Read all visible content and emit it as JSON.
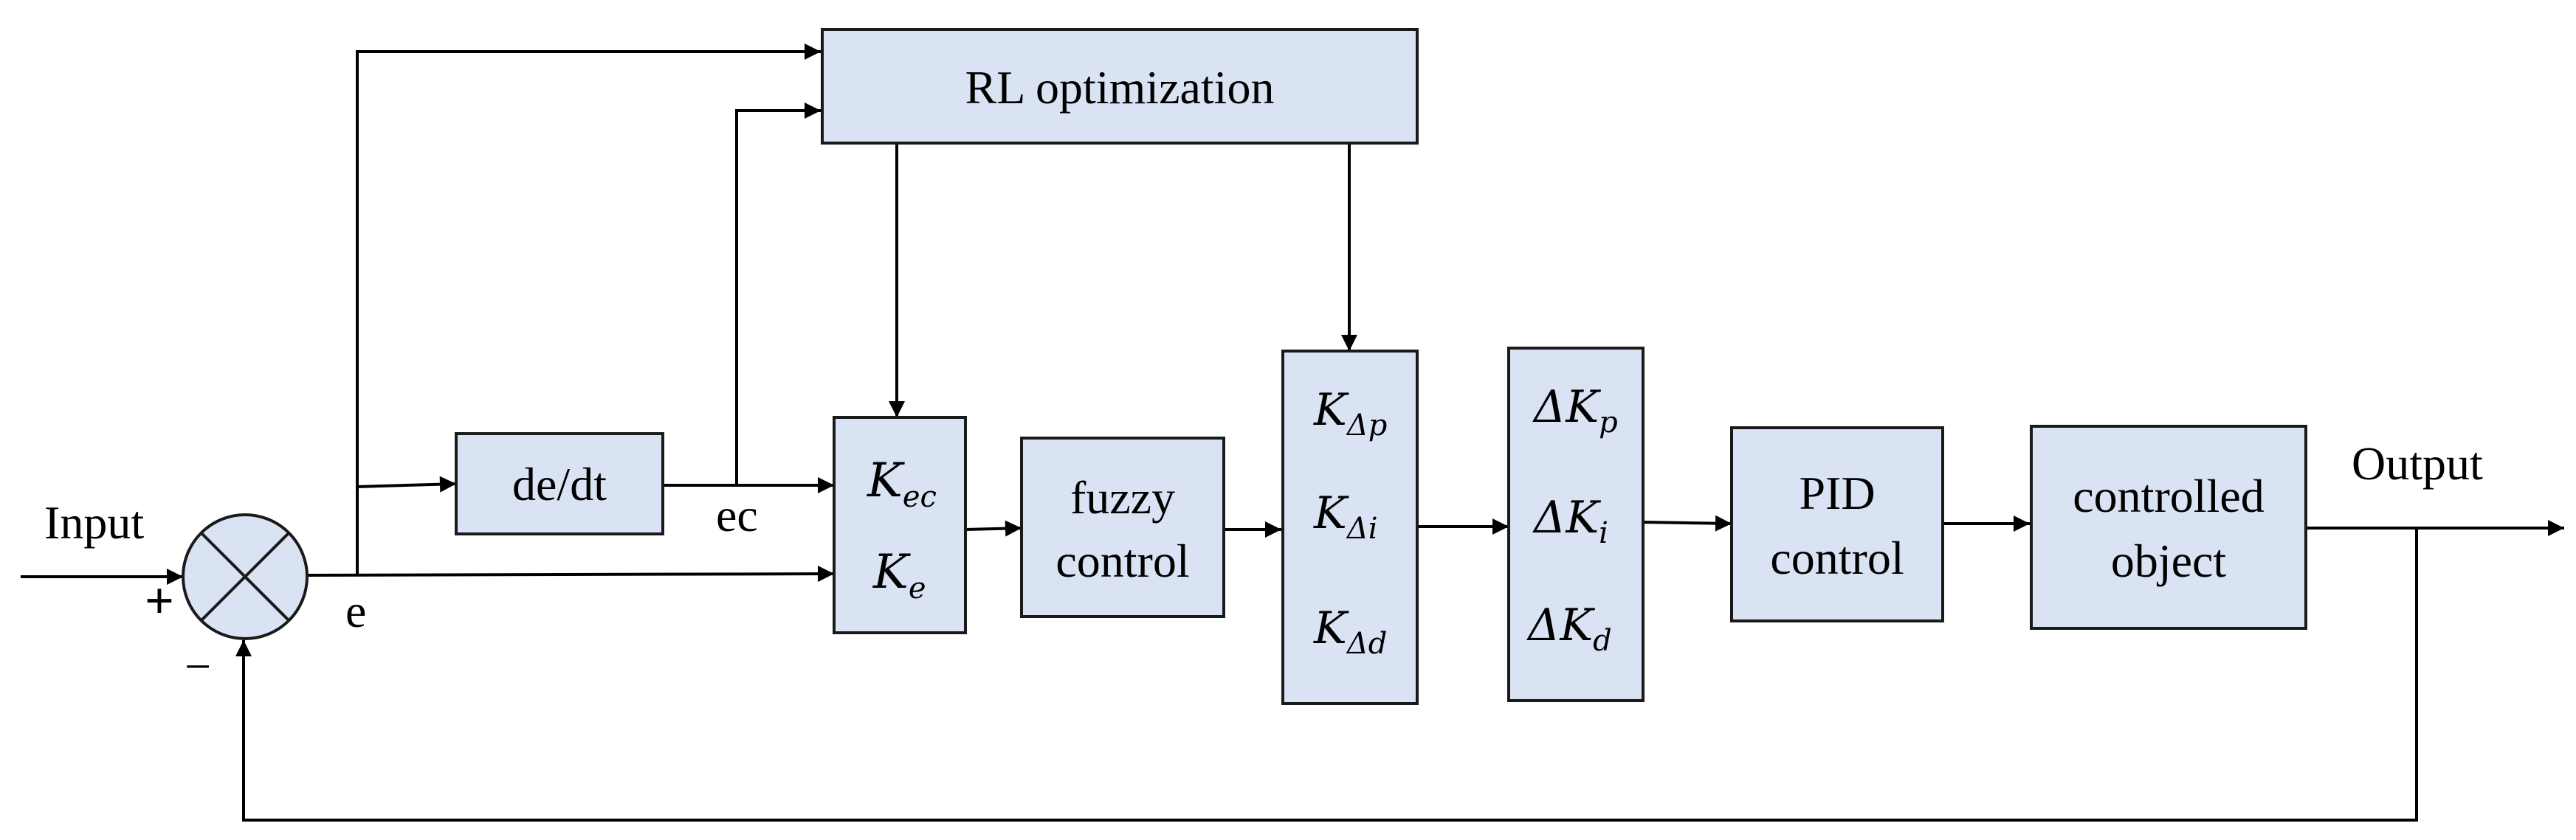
{
  "colors": {
    "block_fill": "#dae3f3",
    "line": "#000000"
  },
  "signals": {
    "input": "Input",
    "output": "Output",
    "e": "e",
    "ec": "ec",
    "plus": "+",
    "minus": "−"
  },
  "blocks": {
    "rl": "RL optimization",
    "derivative": "de/dt",
    "fuzzy": [
      "fuzzy",
      "control"
    ],
    "pid": [
      "PID",
      "control"
    ],
    "plant": [
      "controlled",
      "object"
    ]
  },
  "scaling": {
    "kec": {
      "base": "K",
      "sub": "ec"
    },
    "ke": {
      "base": "K",
      "sub": "e"
    }
  },
  "factor_gains": {
    "kdp": {
      "base": "K",
      "sub": "Δp"
    },
    "kdi": {
      "base": "K",
      "sub": "Δi"
    },
    "kdd": {
      "base": "K",
      "sub": "Δd"
    }
  },
  "delta_gains": {
    "dkp": {
      "base": "ΔK",
      "sub": "p"
    },
    "dki": {
      "base": "ΔK",
      "sub": "i"
    },
    "dkd": {
      "base": "ΔK",
      "sub": "d"
    }
  }
}
